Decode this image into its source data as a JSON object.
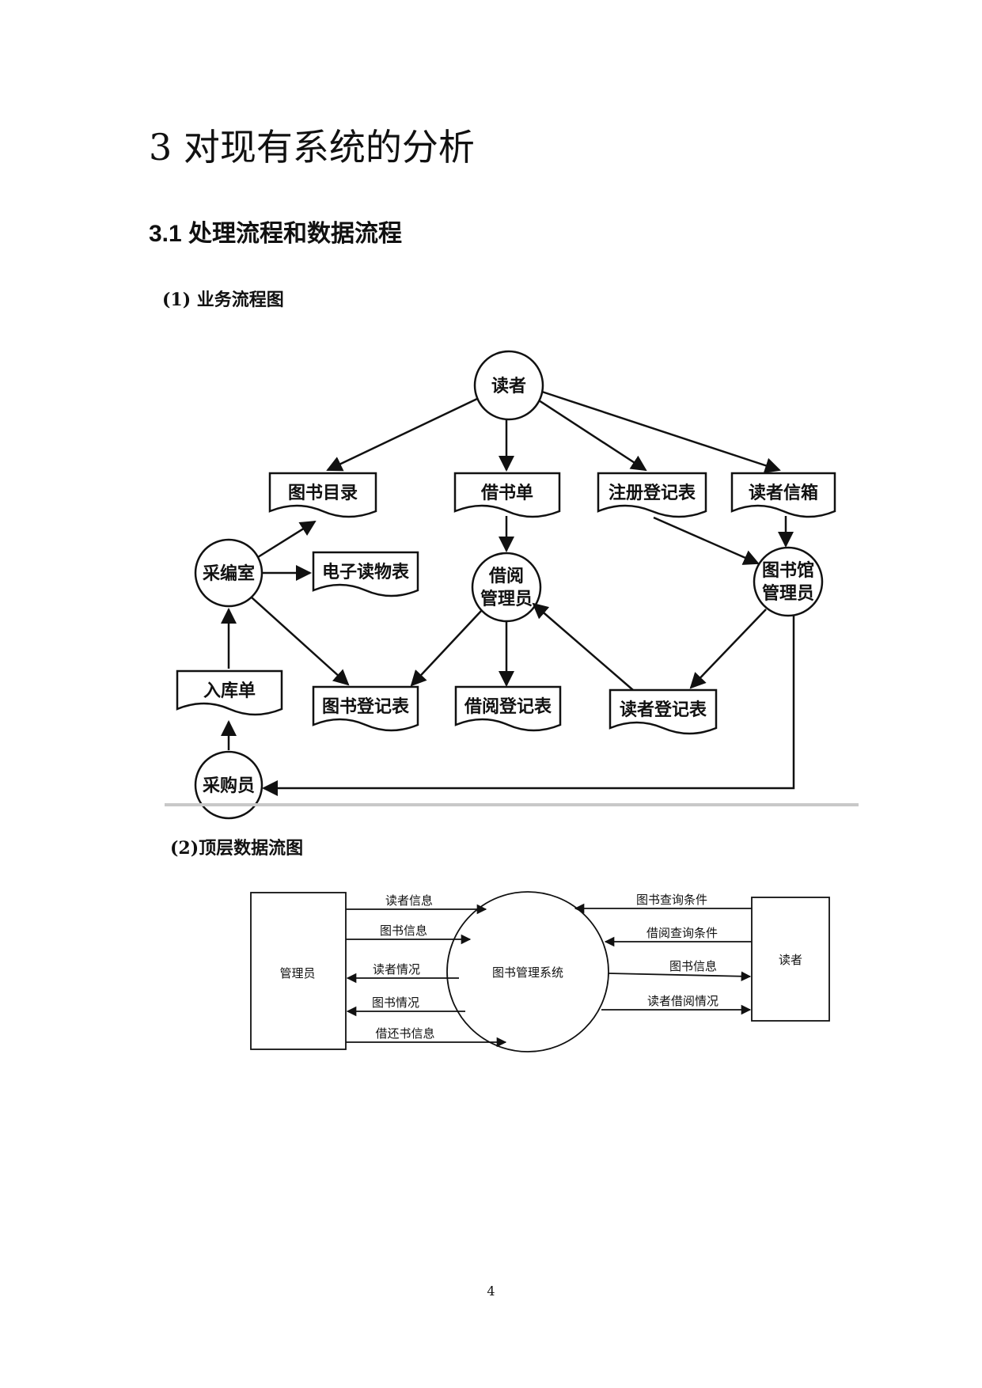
{
  "heading": "3 对现有系统的分析",
  "subheading": "3.1 处理流程和数据流程",
  "figure1": {
    "caption": "(1) 业务流程图",
    "nodes": {
      "reader": "读者",
      "editing_room": "采编室",
      "borrow_admin_line1": "借阅",
      "borrow_admin_line2": "管理员",
      "library_admin_line1": "图书馆",
      "library_admin_line2": "管理员",
      "purchaser": "采购员"
    },
    "docs": {
      "book_catalog": "图书目录",
      "borrow_slip": "借书单",
      "register_form": "注册登记表",
      "reader_mailbox": "读者信箱",
      "ebook_list": "电子读物表",
      "stock_in_slip": "入库单",
      "book_register": "图书登记表",
      "borrow_register": "借阅登记表",
      "reader_register": "读者登记表"
    }
  },
  "figure2": {
    "caption": "(2)顶层数据流图",
    "admin": "管理员",
    "system": "图书管理系统",
    "reader": "读者",
    "left_flows": [
      "读者信息",
      "图书信息",
      "读者情况",
      "图书情况",
      "借还书信息"
    ],
    "right_flows": [
      "图书查询条件",
      "借阅查询条件",
      "图书信息",
      "读者借阅情况"
    ]
  },
  "page_number": "4"
}
